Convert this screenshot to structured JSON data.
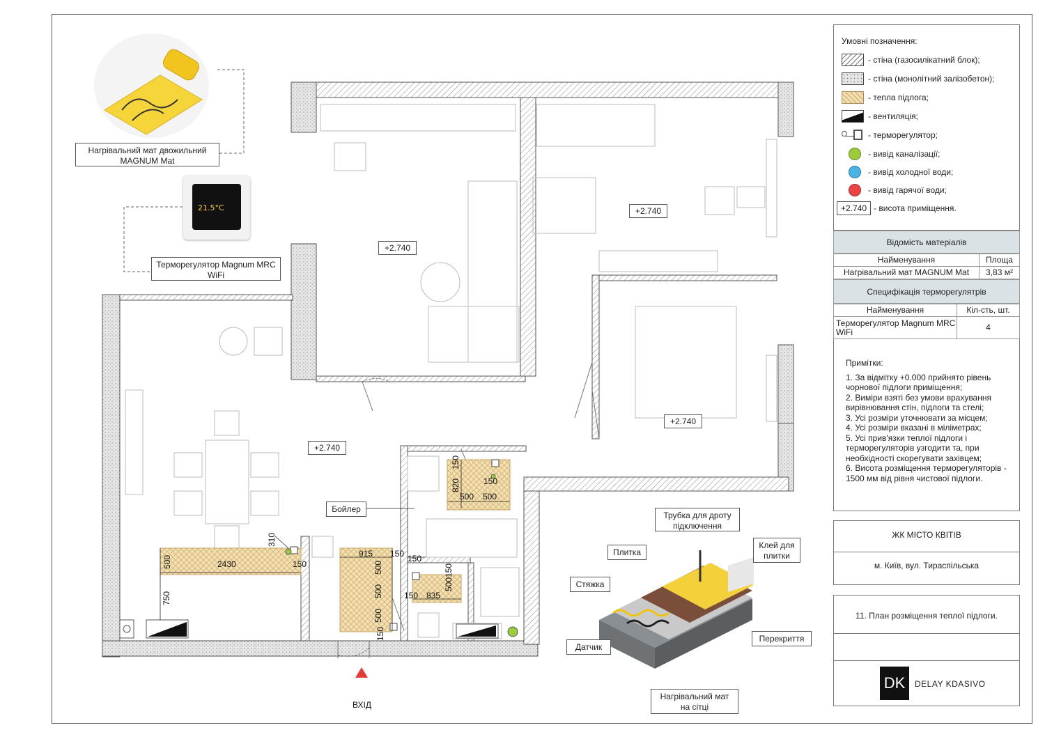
{
  "legend": {
    "title": "Умовні позначення:",
    "items": [
      {
        "icon": "wall-block-icon",
        "text": "- стіна (газосилікатний блок);"
      },
      {
        "icon": "wall-concrete-icon",
        "text": "- стіна (монолітний залізобетон);"
      },
      {
        "icon": "warm-floor-icon",
        "text": "- тепла підлога;"
      },
      {
        "icon": "ventilation-icon",
        "text": "- вентиляція;"
      },
      {
        "icon": "thermostat-icon",
        "text": "- терморегулятор;"
      },
      {
        "icon": "sewer-outlet-icon",
        "text": "- вивід каналізації;"
      },
      {
        "icon": "cold-water-icon",
        "text": "- вивід холодної води;"
      },
      {
        "icon": "hot-water-icon",
        "text": "- вивід гарячої води;"
      },
      {
        "icon": "height-tag-icon",
        "tag": "+2.740",
        "text": "- висота приміщення."
      }
    ]
  },
  "materials": {
    "title": "Відомість матеріалів",
    "col_name": "Найменування",
    "col_area": "Площа",
    "row_name": "Нагрівальний мат MAGNUM Mat",
    "row_area": "3,83 м²"
  },
  "thermostats": {
    "title": "Специфікація терморегулятрів",
    "col_name": "Найменування",
    "col_qty": "Кіл-сть, шт.",
    "row_name": "Терморегулятор Magnum MRC WiFi",
    "row_qty": "4"
  },
  "notes": {
    "title": "Примітки:",
    "lines": [
      "1. За відмітку +0.000 прийнято рівень чорнової підлоги приміщення;",
      "2. Виміри взяті без умови врахування вирівнювання стін, підлоги та стелі;",
      "3. Усі розміри уточнювати за місцем;",
      "4. Усі розміри вказані в міліметрах;",
      "5. Усі прив'язки теплої підлоги і терморегуляторів узгодити та, при необхідності скорегувати захівцем;",
      "6. Висота розміщення терморегуляторів - 1500 мм від рівня чистової підлоги."
    ]
  },
  "project": {
    "name": "ЖК МІСТО КВІТІВ",
    "address": "м. Київ, вул. Тираспільська",
    "sheet_title": "11. План розміщення теплої підлоги.",
    "logo_letters": "DK",
    "brand": "DELAY KDASIVO"
  },
  "callouts": {
    "mat": "Нагрівальний мат двожильний MAGNUM Mat",
    "thermostat": "Терморегулятор Magnum MRC WiFi",
    "thermostat_display": "21.5°C",
    "boiler": "Бойлер",
    "entrance": "ВХІД"
  },
  "room_heights": [
    "+2.740",
    "+2.740",
    "+2.740",
    "+2.740"
  ],
  "dimensions": {
    "d310": "310",
    "d500a": "500",
    "d2430": "2430",
    "d150a": "150",
    "d750": "750",
    "d915": "915",
    "d150b": "150",
    "d150c": "150",
    "d500b": "500",
    "d500c": "500",
    "d500d": "500",
    "d150d": "150",
    "d150e": "150",
    "d835": "835",
    "d500e": "500",
    "d150f": "150",
    "d150g": "150",
    "d820": "820",
    "d150h": "150",
    "d500f": "500",
    "d500g": "500"
  },
  "layers": {
    "tube": "Трубка для дроту підключення",
    "tile": "Плитка",
    "glue": "Клей для плитки",
    "screed": "Стяжка",
    "slab": "Перекриття",
    "sensor": "Датчик",
    "mat": "Нагрівальний мат на сітці"
  },
  "colors": {
    "warm_floor": "#f3dfb0",
    "sewer": "#9ccc3c",
    "cold": "#4ab4e6",
    "hot": "#ec4343",
    "table_head": "#dbe2e5"
  }
}
